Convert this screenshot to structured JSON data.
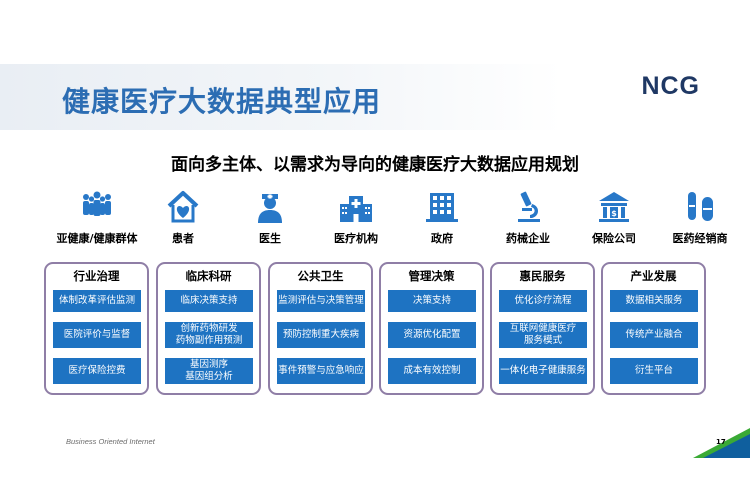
{
  "header": {
    "title": "健康医疗大数据典型应用",
    "logo": "NCG"
  },
  "subtitle": "面向多主体、以需求为导向的健康医疗大数据应用规划",
  "stakeholders": [
    {
      "label": "亚健康/健康群体",
      "icon": "people-group-icon"
    },
    {
      "label": "患者",
      "icon": "house-heart-icon"
    },
    {
      "label": "医生",
      "icon": "doctor-icon"
    },
    {
      "label": "医疗机构",
      "icon": "hospital-icon"
    },
    {
      "label": "政府",
      "icon": "government-building-icon"
    },
    {
      "label": "药械企业",
      "icon": "microscope-icon"
    },
    {
      "label": "保险公司",
      "icon": "bank-icon"
    },
    {
      "label": "医药经销商",
      "icon": "pills-icon"
    }
  ],
  "columns": [
    {
      "title": "行业治理",
      "items": [
        "体制改革评估监测",
        "医院评价与监督",
        "医疗保险控费"
      ]
    },
    {
      "title": "临床科研",
      "items": [
        "临床决策支持",
        "创新药物研发\n药物副作用预测",
        "基因测序\n基因组分析"
      ]
    },
    {
      "title": "公共卫生",
      "items": [
        "监测评估与决策管理",
        "预防控制重大疾病",
        "事件预警与应急响应"
      ]
    },
    {
      "title": "管理决策",
      "items": [
        "决策支持",
        "资源优化配置",
        "成本有效控制"
      ]
    },
    {
      "title": "惠民服务",
      "items": [
        "优化诊疗流程",
        "互联网健康医疗\n服务模式",
        "一体化电子健康服务"
      ]
    },
    {
      "title": "产业发展",
      "items": [
        "数据相关服务",
        "传统产业融合",
        "衍生平台"
      ]
    }
  ],
  "footer": {
    "text": "Business Oriented Internet",
    "page_number": "17"
  },
  "colors": {
    "title_blue": "#2c6db3",
    "logo_navy": "#1f3864",
    "icon_blue": "#2878c8",
    "button_blue": "#1e73c2",
    "column_border": "#8f7ea6",
    "corner_green": "#3aaa35"
  }
}
